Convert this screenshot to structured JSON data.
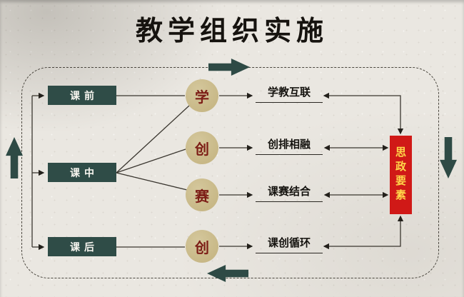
{
  "title": "教学组织实施",
  "stages": [
    {
      "label": "课前"
    },
    {
      "label": "课中"
    },
    {
      "label": "课后"
    }
  ],
  "methods": [
    {
      "label": "学"
    },
    {
      "label": "创"
    },
    {
      "label": "赛"
    },
    {
      "label": "创"
    }
  ],
  "outcomes": [
    {
      "label": "学教互联"
    },
    {
      "label": "创排相融"
    },
    {
      "label": "课赛结合"
    },
    {
      "label": "课创循环"
    }
  ],
  "side_box": {
    "label": "思政要素"
  },
  "colors": {
    "background": "#eae7e1",
    "stage_box": "#2f4c47",
    "stage_text": "#f7f5ef",
    "circle": "#c9ba8a",
    "circle_text": "#7c1d16",
    "ideology_box": "#d01917",
    "ideology_text": "#ffd84a",
    "cycle_arrow": "#2e4a45",
    "connector": "#3a362f"
  }
}
